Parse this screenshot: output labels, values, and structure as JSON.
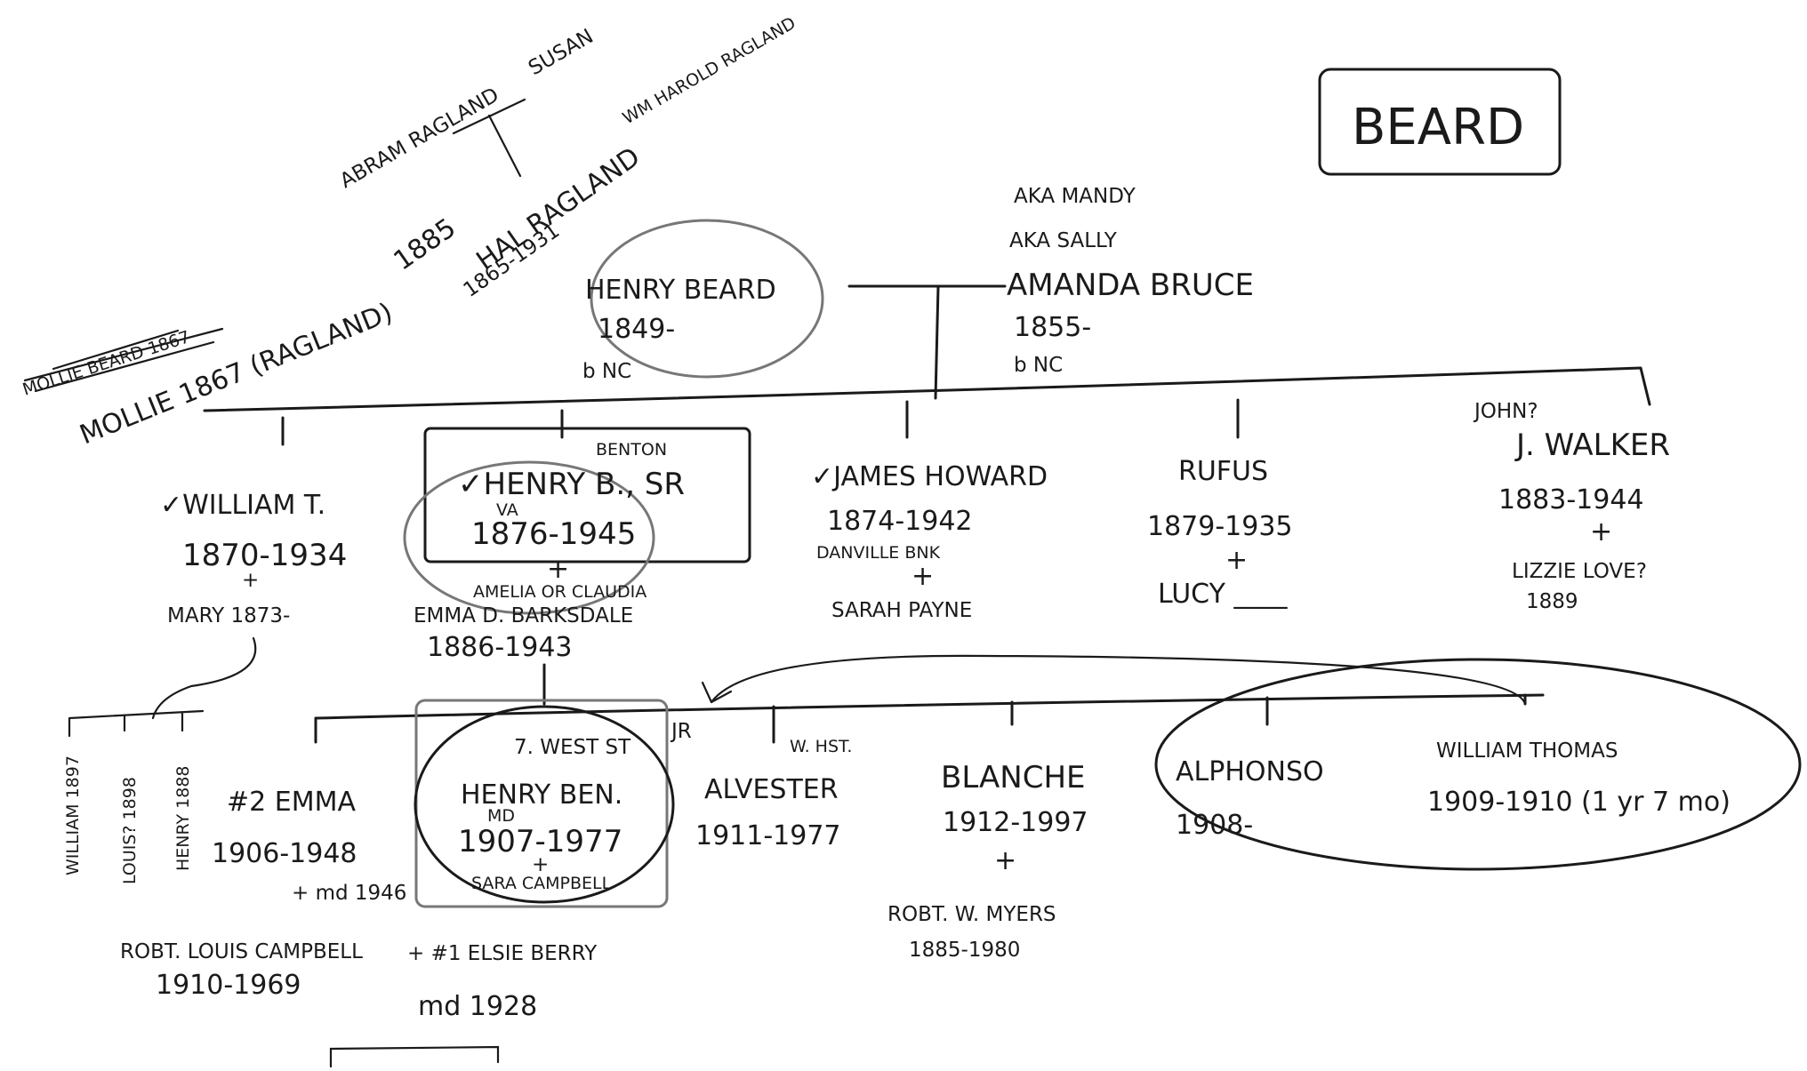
{
  "title": "BEARD",
  "parents": {
    "henry": {
      "name": "HENRY BEARD",
      "dates": "1849-",
      "place": "b NC"
    },
    "amanda": {
      "aka1": "AKA MANDY",
      "aka2": "AKA SALLY",
      "name": "AMANDA BRUCE",
      "dates": "1855-",
      "place": "b NC"
    }
  },
  "ragland_branch": {
    "abram": "ABRAM RAGLAND",
    "susan": "SUSAN",
    "hal": "HAL RAGLAND",
    "hal_dates": "1865-1931",
    "married": "1885",
    "wm_harold": "WM HAROLD RAGLAND",
    "mollie": "MOLLIE 1867 (RAGLAND)",
    "crossed_out": "MOLLIE BEARD 1867"
  },
  "children": [
    {
      "check": "✓",
      "name": "WILLIAM T.",
      "dates": "1870-1934",
      "spouse_line": "+",
      "spouse": "MARY 1873-"
    },
    {
      "check": "✓",
      "name": "HENRY B., SR",
      "note_above": "BENTON",
      "birthplace": "VA",
      "dates": "1876-1945",
      "spouse_line": "+",
      "spouse_note": "AMELIA OR CLAUDIA",
      "spouse": "EMMA D. BARKSDALE",
      "spouse_dates": "1886-1943"
    },
    {
      "check": "✓",
      "name": "JAMES HOWARD",
      "dates": "1874-1942",
      "note": "DANVILLE BNK",
      "spouse_line": "+",
      "spouse": "SARAH PAYNE"
    },
    {
      "name": "RUFUS",
      "dates": "1879-1935",
      "spouse_line": "+",
      "spouse": "LUCY ____"
    },
    {
      "note_above": "JOHN?",
      "name": "J. WALKER",
      "dates": "1883-1944",
      "spouse_line": "+",
      "spouse": "LIZZIE LOVE?",
      "spouse_dates": "1889"
    }
  ],
  "william_children": [
    "WILLIAM 1897",
    "LOUIS? 1898",
    "HENRY 1888"
  ],
  "grandchildren": [
    {
      "name": "#2 EMMA",
      "dates": "1906-1948",
      "marriage": "+ md 1946",
      "spouse": "ROBT. LOUIS CAMPBELL",
      "spouse_dates": "1910-1969"
    },
    {
      "note_above": "7. WEST ST",
      "suffix": "JR",
      "name": "HENRY BEN.",
      "state": "MD",
      "dates": "1907-1977",
      "spouse_line": "+",
      "spouse": "SARA CAMPBELL",
      "other_spouse": "+ #1 ELSIE BERRY",
      "married": "md 1928"
    },
    {
      "note_above": "W. HST.",
      "name": "ALVESTER",
      "dates": "1911-1977"
    },
    {
      "name": "BLANCHE",
      "dates": "1912-1997",
      "spouse_line": "+",
      "spouse": "ROBT. W. MYERS",
      "spouse_dates": "1885-1980"
    },
    {
      "name": "ALPHONSO",
      "dates": "1908-"
    },
    {
      "name": "WILLIAM THOMAS",
      "dates": "1909-1910 (1 yr 7 mo)"
    }
  ]
}
